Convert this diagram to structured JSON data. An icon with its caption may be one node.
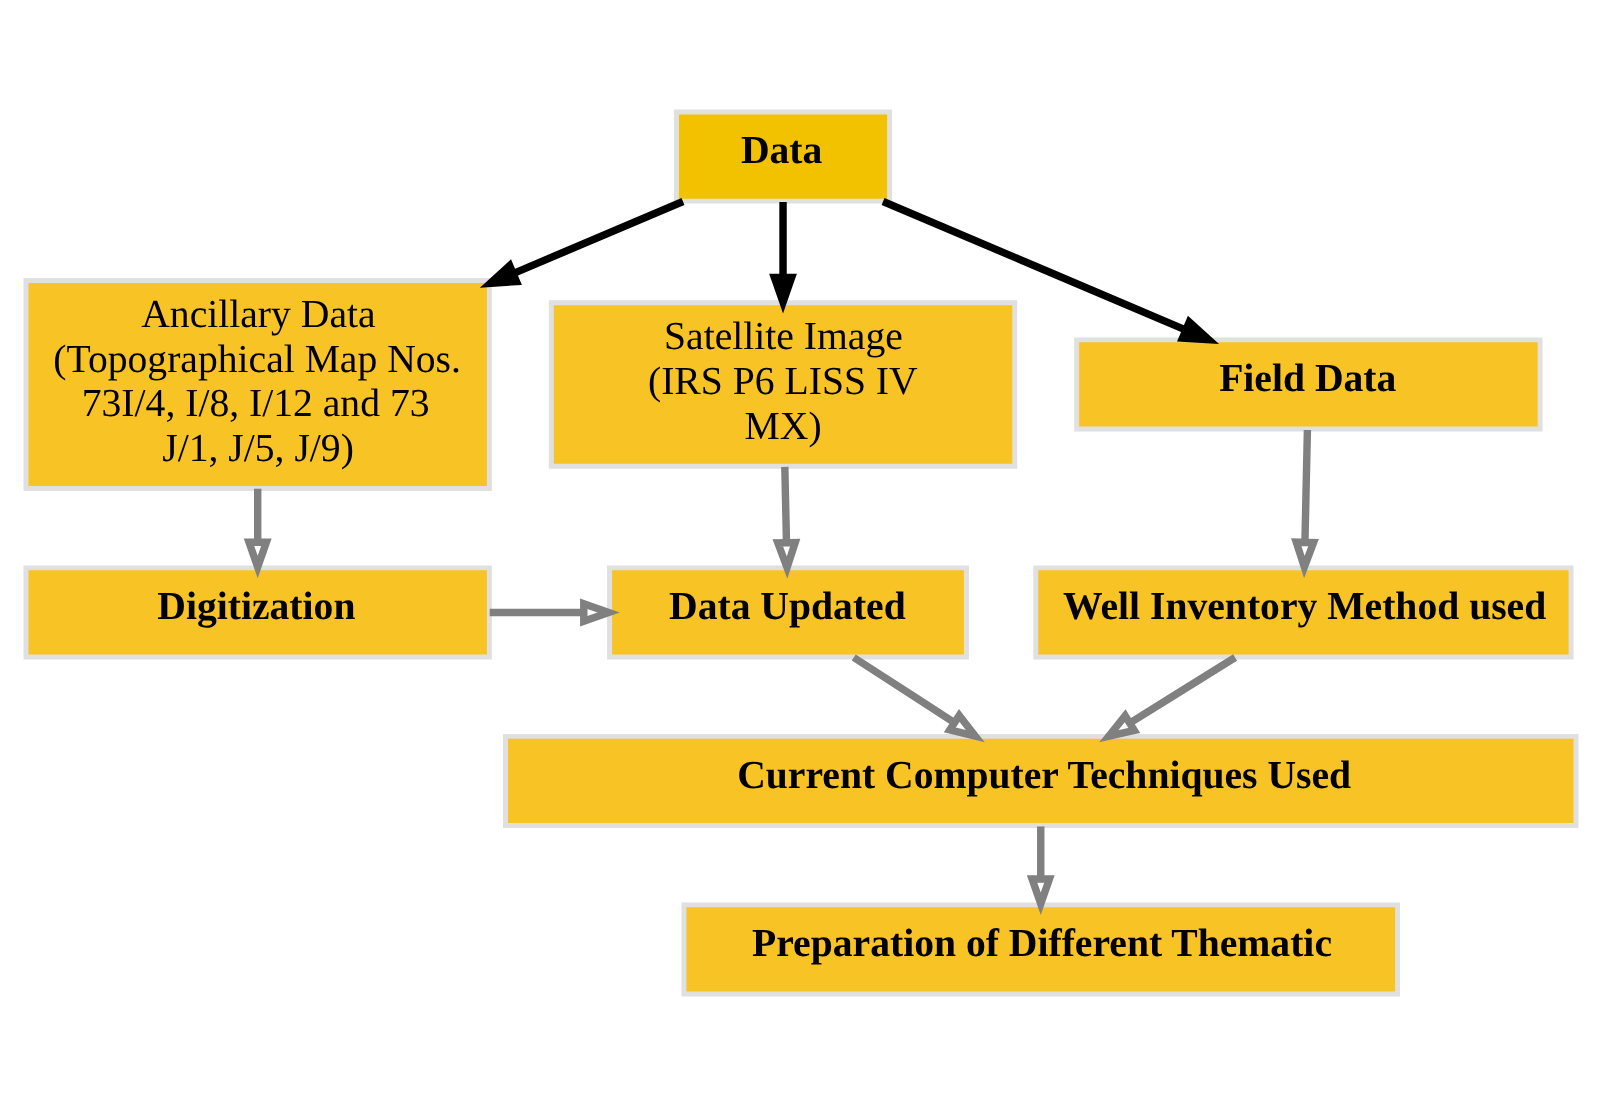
{
  "diagram": {
    "nodes": [
      {
        "text": [
          "Data"
        ]
      },
      {
        "text": [
          "Ancillary Data (Topographical Map Nos. 73I/4, I/8, I/12 and 73 J/1, J/5, J/9)"
        ]
      },
      {
        "text": [
          "Satellite Image (IRS P6 LISS IV MX)"
        ]
      },
      {
        "text": [
          "Field Data"
        ]
      },
      {
        "text": [
          "Digitization"
        ]
      },
      {
        "text": [
          "Data Updated"
        ]
      },
      {
        "text": [
          "Well Inventory Method used"
        ]
      },
      {
        "text": [
          "Current Computer Techniques Used"
        ]
      },
      {
        "text": [
          "Preparation of Different Thematic"
        ]
      }
    ],
    "edges": [
      {
        "from": 0,
        "to": 1,
        "arrow": "to",
        "color": "#000000"
      },
      {
        "from": 0,
        "to": 2,
        "arrow": "to",
        "color": "#000000"
      },
      {
        "from": 0,
        "to": 3,
        "arrow": "to",
        "color": "#000000"
      },
      {
        "from": 1,
        "to": 4,
        "arrow": "to",
        "color": "#808080"
      },
      {
        "from": 2,
        "to": 5,
        "arrow": "to",
        "color": "#808080"
      },
      {
        "from": 3,
        "to": 6,
        "arrow": "to",
        "color": "#808080"
      },
      {
        "from": 4,
        "to": 5,
        "arrow": "to",
        "color": "#808080"
      },
      {
        "from": 5,
        "to": 7,
        "arrow": "to",
        "color": "#808080"
      },
      {
        "from": 6,
        "to": 7,
        "arrow": "to",
        "color": "#808080"
      },
      {
        "from": 7,
        "to": 8,
        "arrow": "to",
        "color": "#808080"
      }
    ]
  }
}
